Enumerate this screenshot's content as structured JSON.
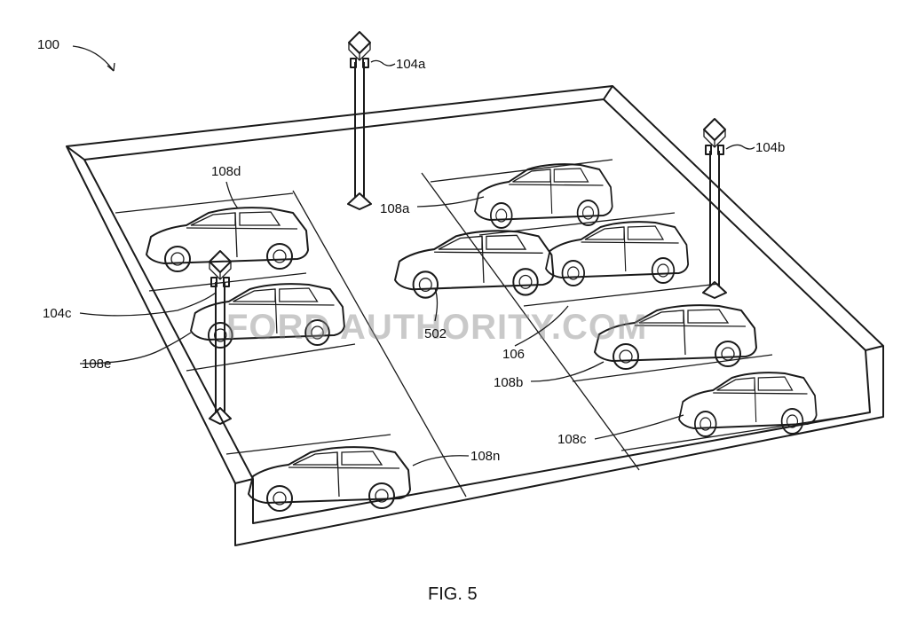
{
  "figure": {
    "caption": "FIG. 5",
    "watermark": "FORD AUTHORITY.COM",
    "labels": {
      "system": "100",
      "camera_a": "104a",
      "camera_b": "104b",
      "camera_c": "104c",
      "vehicle_a": "108a",
      "vehicle_b": "108b",
      "vehicle_c": "108c",
      "vehicle_d": "108d",
      "vehicle_e": "108e",
      "vehicle_n": "108n",
      "vehicle_502": "502",
      "space_106": "106"
    }
  }
}
